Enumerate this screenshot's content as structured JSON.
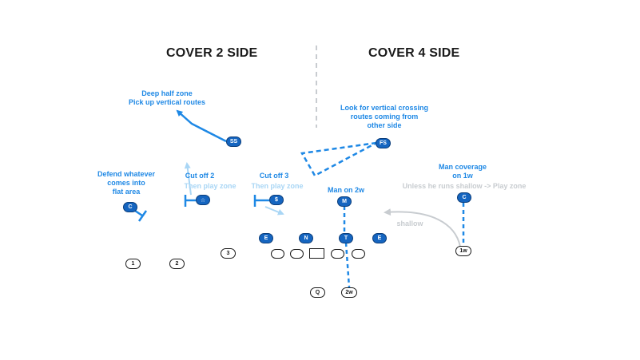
{
  "headers": {
    "cover2": "COVER 2 SIDE",
    "cover4": "COVER 4 SIDE"
  },
  "notes": {
    "deep_half": "Deep half zone\nPick up vertical routes",
    "crossing": "Look for vertical crossing\nroutes coming from\nother side",
    "flat": "Defend  whatever\ncomes into\nflat area",
    "cut2_title": "Cut off 2",
    "cut2_sub": "Then play zone",
    "cut3_title": "Cut off 3",
    "cut3_sub": "Then play zone",
    "man2w": "Man on 2w",
    "man1w_title": "Man coverage\non 1w",
    "man1w_sub": "Unless he runs shallow -> Play zone",
    "shallow": "shallow"
  },
  "defense": {
    "ss": "SS",
    "fs": "FS",
    "c_left": "C",
    "star": "☆",
    "s": "$",
    "m": "M",
    "c_right": "C",
    "e_left": "E",
    "n": "N",
    "t": "T",
    "e_right": "E"
  },
  "offense": {
    "r1": "1",
    "r2": "2",
    "r3": "3",
    "q": "Q",
    "r2w": "2w",
    "r1w": "1w"
  },
  "colors": {
    "defense": "#1565c0",
    "route_blue": "#1e88e5",
    "light_blue": "#a9d6f5",
    "grey": "#c8ccd0",
    "text": "#1a1a1a"
  }
}
